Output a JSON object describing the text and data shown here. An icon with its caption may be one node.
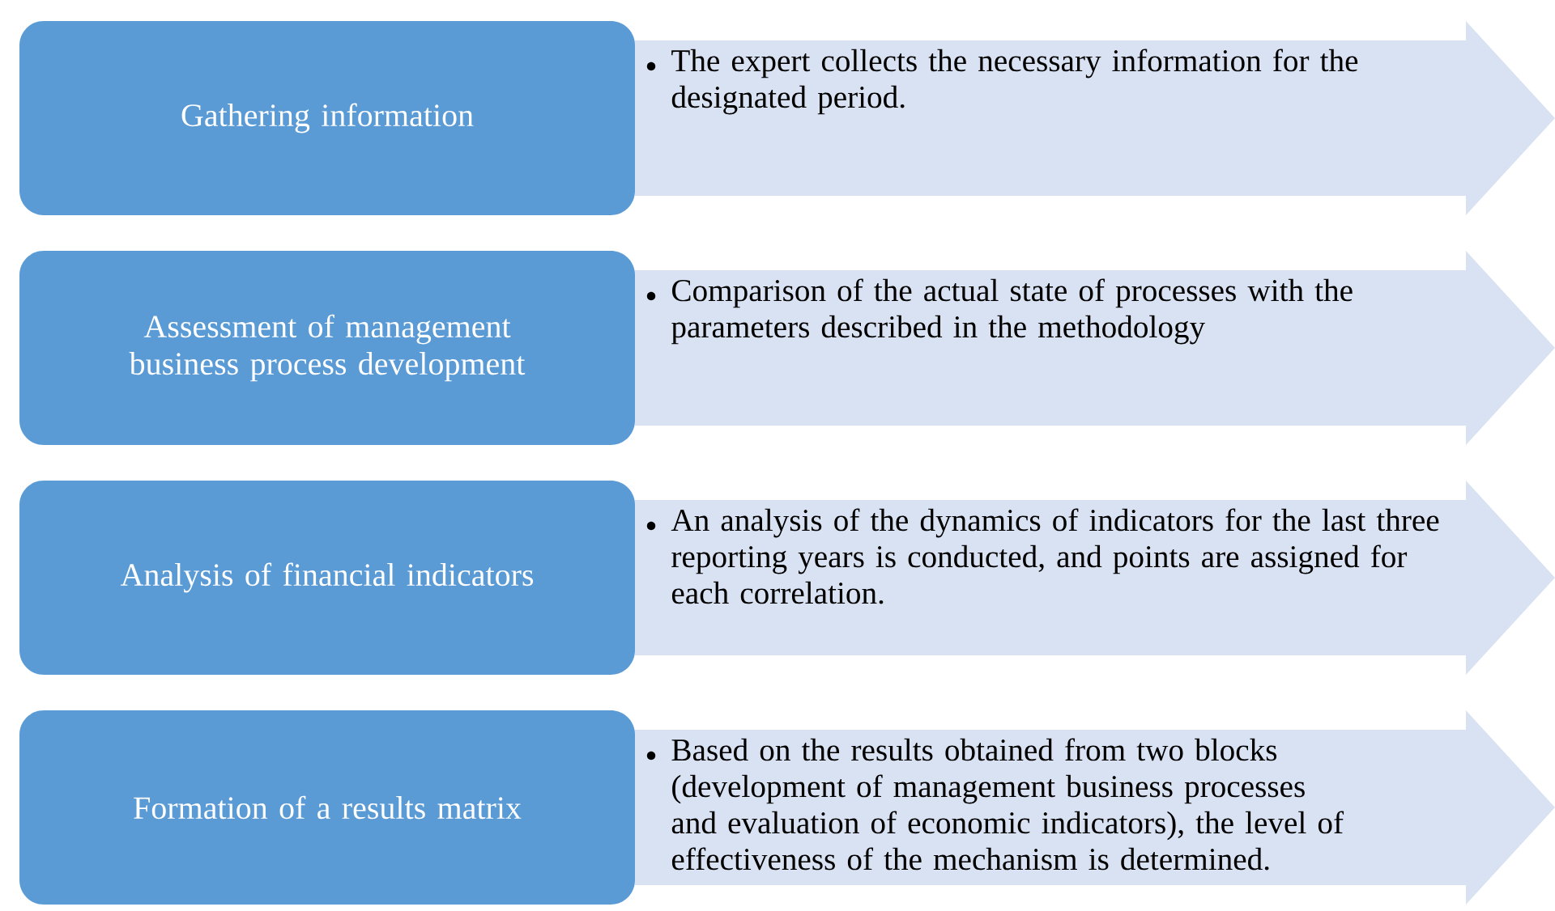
{
  "diagram": {
    "nodes": [
      {
        "text": [
          "Gathering information"
        ]
      },
      {
        "text": [
          "The expert collects the necessary information for the designated period."
        ]
      },
      {
        "text": [
          "Assessment of management business process development"
        ]
      },
      {
        "text": [
          "Comparison of the actual state of processes with the parameters described in the methodology"
        ]
      },
      {
        "text": [
          "Analysis of financial indicators"
        ]
      },
      {
        "text": [
          "An analysis of the dynamics of indicators for the last three reporting years is conducted, and points are assigned for each correlation."
        ]
      },
      {
        "text": [
          "Formation of a results matrix"
        ]
      },
      {
        "text": [
          "Based on the results obtained from two blocks (development of management business processes and evaluation of economic indicators), the level of effectiveness of the mechanism is determined."
        ]
      }
    ]
  }
}
